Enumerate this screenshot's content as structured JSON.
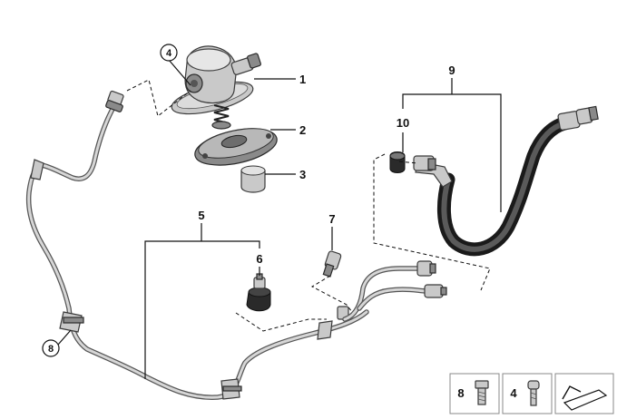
{
  "callouts": {
    "c1": "1",
    "c2": "2",
    "c3": "3",
    "c4": "4",
    "c5": "5",
    "c6": "6",
    "c7": "7",
    "c8": "8",
    "c9": "9",
    "c10": "10"
  },
  "legend": {
    "item_a": "8",
    "item_b": "4"
  }
}
